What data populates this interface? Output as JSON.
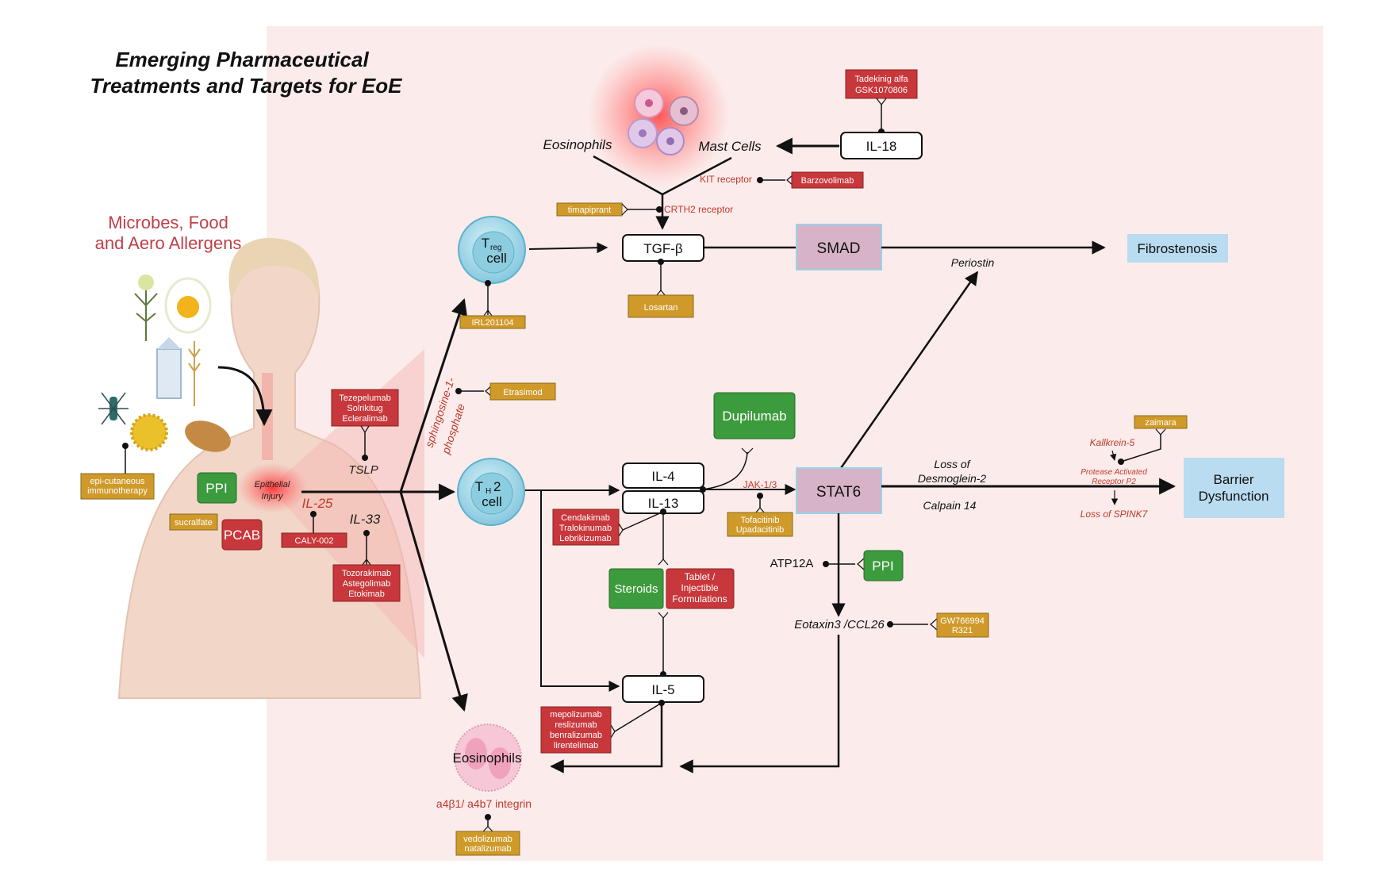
{
  "title": {
    "line1": "Emerging Pharmaceutical",
    "line2": "Treatments and Targets for EoE"
  },
  "allergens": {
    "line1": "Microbes, Food",
    "line2": "and Aero Allergens"
  },
  "cells": {
    "treg_main": "T",
    "treg_sub": "reg",
    "treg_cell": "cell",
    "th2_main": "T",
    "th2_sub": "H",
    "th2_num": "2",
    "th2_cell": "cell",
    "eosinophils_top": "Eosinophils",
    "mast_cells": "Mast Cells",
    "eosinophils_bottom": "Eosinophils"
  },
  "nodes": {
    "il18": "IL-18",
    "tgfb": "TGF-β",
    "smad": "SMAD",
    "fibrostenosis": "Fibrostenosis",
    "il4": "IL-4",
    "il13": "IL-13",
    "il5": "IL-5",
    "stat6": "STAT6",
    "barrier_line1": "Barrier",
    "barrier_line2": "Dysfunction",
    "dupilumab": "Dupilumab",
    "steroids": "Steroids",
    "tablet_line1": "Tablet /",
    "tablet_line2": "Injectible",
    "tablet_line3": "Formulations",
    "ppi_left": "PPI",
    "pcab": "PCAB",
    "ppi_right": "PPI"
  },
  "labels": {
    "kit_receptor": "KIT receptor",
    "crth2_receptor": "CRTH2 receptor",
    "periostin": "Periostin",
    "s1p_line1": "sphingosine-1-",
    "s1p_line2": "phosphate",
    "tslp": "TSLP",
    "il25": "IL-25",
    "il33": "IL-33",
    "epithelial_line1": "Epithelial",
    "epithelial_line2": "Injury",
    "jak": "JAK-1/3",
    "loss_desmo_line1": "Loss of",
    "loss_desmo_line2": "Desmoglein-2",
    "calpain": "Calpain 14",
    "kallkrein": "Kallkrein-5",
    "par2_line1": "Protease Activated",
    "par2_line2": "Receptor P2",
    "spink7": "Loss of SPINK7",
    "atp12a": "ATP12A",
    "eotaxin": "Eotaxin3 /CCL26",
    "integrin": "a4β1/ a4b7 integrin"
  },
  "drugs": {
    "tadekinig_line1": "Tadekinig alfa",
    "tadekinig_line2": "GSK1070806",
    "barzovolimab": "Barzovolimab",
    "timapiprant": "timapiprant",
    "losartan": "Losartan",
    "irl": "IRL201104",
    "etrasimod": "Etrasimod",
    "tezepelumab": "Tezepelumab",
    "solrikitug": "Solrikitug",
    "ecleralimab": "Ecleralimab",
    "epicutaneous_line1": "epi-cutaneous",
    "epicutaneous_line2": "immunotherapy",
    "sucralfate": "sucralfate",
    "caly": "CALY-002",
    "tozorakimab": "Tozorakimab",
    "astegolimab": "Astegolimab",
    "etokimab": "Etokimab",
    "cendakimab": "Cendakimab",
    "tralokinumab": "Tralokinumab",
    "lebrikizumab": "Lebrikizumab",
    "tofacitinib": "Tofacitinib",
    "upadacitinib": "Upadacitinib",
    "zaimara": "zaimara",
    "gw_line1": "GW766994",
    "gw_line2": "R321",
    "mepolizumab": "mepolizumab",
    "reslizumab": "reslizumab",
    "benralizumab": "benralizumab",
    "lirentelimab": "lirentelimab",
    "vedolizumab": "vedolizumab",
    "natalizumab": "natalizumab"
  },
  "colors": {
    "background_panel": "#fbeceb",
    "drug_red": "#c8373b",
    "drug_gold": "#d09a2a",
    "drug_green": "#3c9b3c",
    "smad_stat6": "#d7b3c8",
    "outcome_blue": "#b9dcf1",
    "cell_blue": "#a8dbea",
    "label_red": "#c0392b"
  }
}
